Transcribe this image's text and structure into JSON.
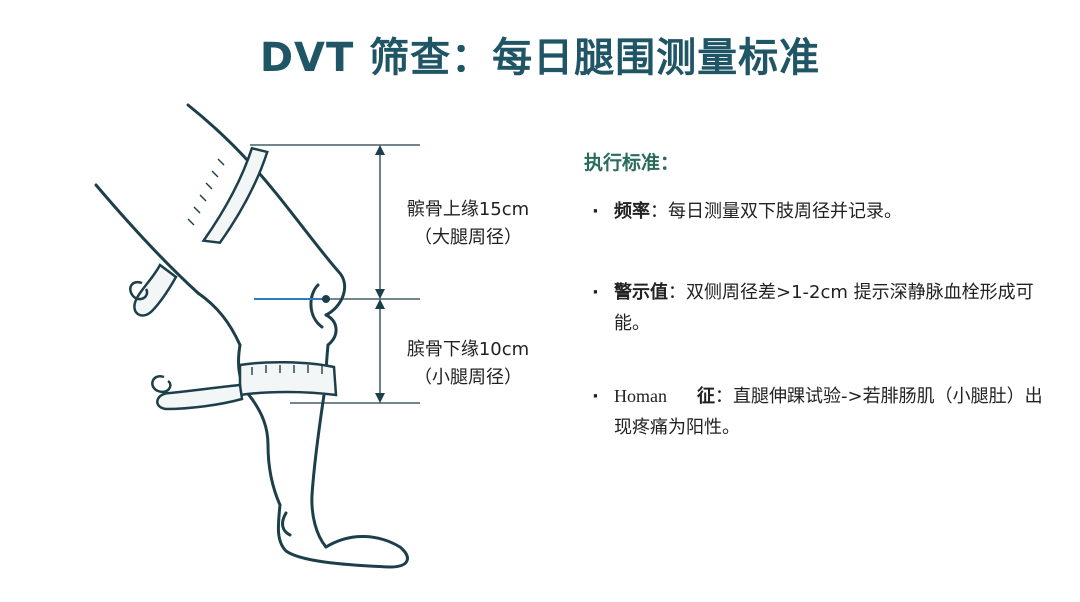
{
  "title": "DVT 筛查：每日腿围测量标准",
  "measurements": {
    "upper_line1": "髌骨上缘15cm",
    "upper_line2": "（大腿周径）",
    "lower_line1": "膑骨下缘10cm",
    "lower_line2": "（小腿周径）"
  },
  "panel": {
    "heading": "执行标准：",
    "bullet": "·",
    "items": [
      {
        "key": "频率",
        "sep": "：",
        "text": "每日测量双下肢周径并记录。"
      },
      {
        "key": "警示值",
        "sep": "：",
        "text": "双侧周径差>1-2cm 提示深静脉血栓形成可能。"
      },
      {
        "key_latin": "Homan",
        "key": "征",
        "sep": "：",
        "text": "直腿伸踝试验->若腓肠肌（小腿肚）出现疼痛为阳性。"
      }
    ]
  },
  "colors": {
    "title": "#1f5565",
    "heading": "#2a6b5c",
    "leg_outline": "#1d3f4a",
    "tape_fill": "#f3f6f6",
    "knee_line": "#2e7bbf"
  },
  "icons": {
    "illustration": "leg-measurement-illustration"
  }
}
